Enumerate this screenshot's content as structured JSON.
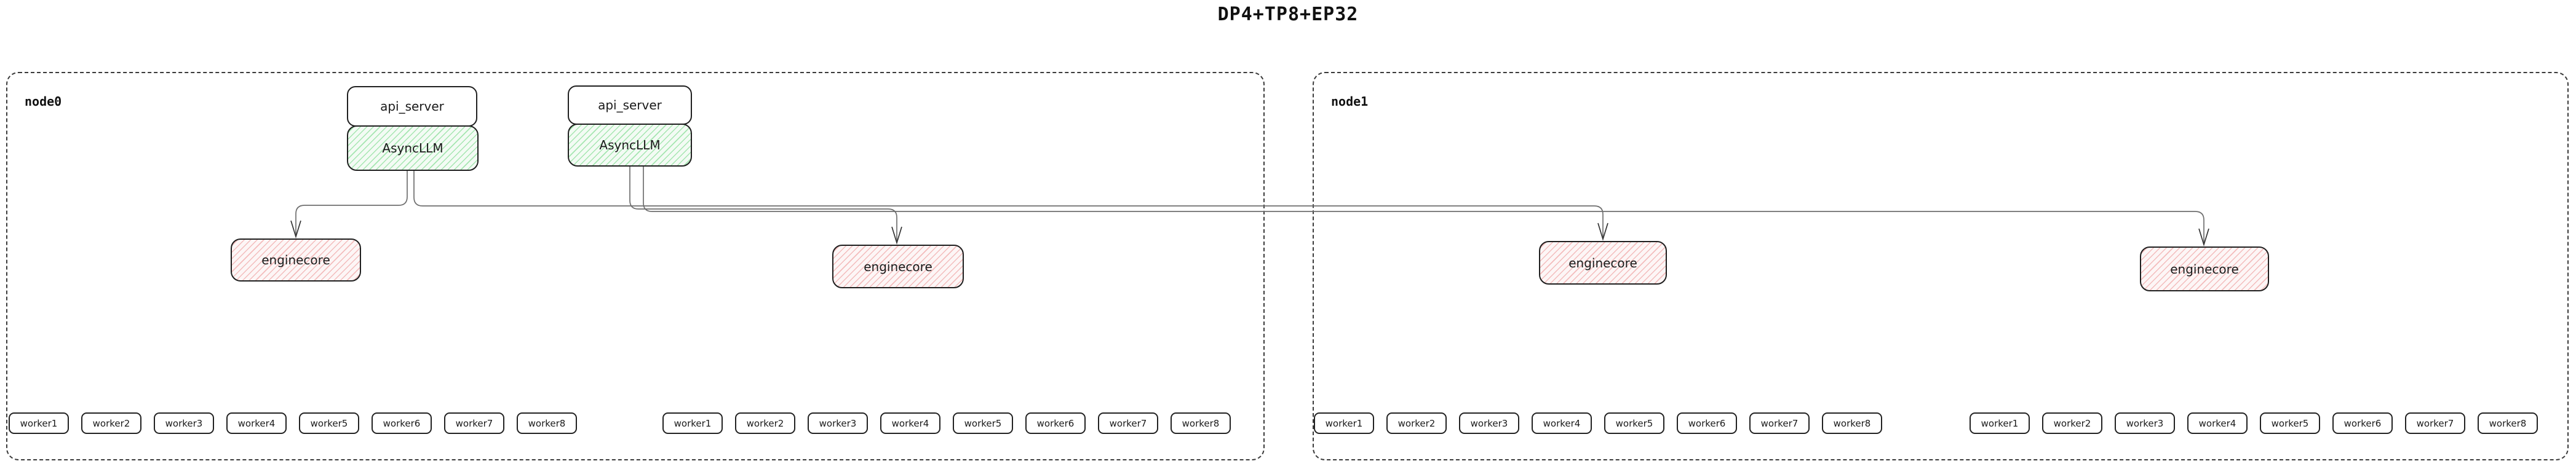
{
  "title": "DP4+TP8+EP32",
  "nodes": [
    {
      "label": "node0"
    },
    {
      "label": "node1"
    }
  ],
  "labels": {
    "api_server": "api_server",
    "async_llm": "AsyncLLM",
    "enginecore": "enginecore"
  },
  "worker_labels": [
    "worker1",
    "worker2",
    "worker3",
    "worker4",
    "worker5",
    "worker6",
    "worker7",
    "worker8"
  ],
  "colors": {
    "async_fill": "#f3fbf4",
    "async_hatch": "#a5e6b0",
    "enginecore_fill": "#fdf6f6",
    "enginecore_hatch": "#f3bcbc",
    "box_border": "#1f1f1f",
    "node_border": "#3a3a3a",
    "edge": "#6f6f6f",
    "arrow": "#333333"
  }
}
